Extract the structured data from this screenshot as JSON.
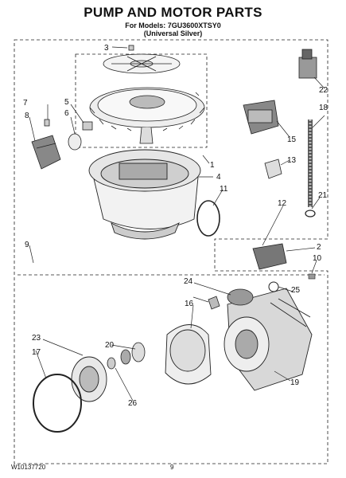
{
  "header": {
    "title": "PUMP AND MOTOR PARTS",
    "models_line": "For Models: 7GU3600XTSY0",
    "variant_line": "(Universal Silver)"
  },
  "footer": {
    "doc_number": "W10137720",
    "page_number": "9"
  },
  "callouts": [
    "1",
    "2",
    "3",
    "4",
    "5",
    "6",
    "7",
    "8",
    "9",
    "10",
    "11",
    "12",
    "13",
    "15",
    "16",
    "17",
    "18",
    "19",
    "20",
    "21",
    "22",
    "23",
    "24",
    "25",
    "26"
  ]
}
